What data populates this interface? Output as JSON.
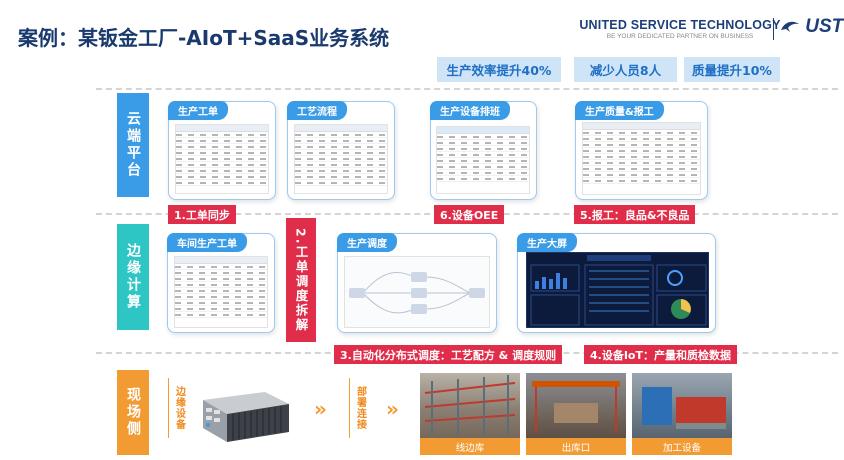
{
  "title": "案例：某钣金工厂-AIoT+SaaS业务系统",
  "brand": {
    "name": "UNITED SERVICE TECHNOLOGY",
    "tagline": "BE YOUR DEDICATED PARTNER ON BUSINESS",
    "logo": "UST"
  },
  "kpis": [
    "生产效率提升40%",
    "减少人员8人",
    "质量提升10%"
  ],
  "layers": {
    "cloud": "云端平台",
    "edge": "边缘计算",
    "field": "现场侧"
  },
  "cloud_cards": {
    "work_order": "生产工单",
    "process_flow": "工艺流程",
    "scheduling": "生产设备排班",
    "quality": "生产质量&报工"
  },
  "edge_cards": {
    "workshop_order": "车间生产工单",
    "dispatch": "生产调度",
    "dashboard": "生产大屏"
  },
  "steps": {
    "s1": "1.工单同步",
    "s2": "2.工单调度拆解",
    "s3": "3.自动化分布式调度：工艺配方 & 调度规则",
    "s4": "4.设备IoT：产量和质检数据",
    "s5": "5.报工：良品&不良品",
    "s6": "6.设备OEE"
  },
  "field": {
    "edge_device": "边缘设备",
    "deploy": "部署连接",
    "photos": [
      "线边库",
      "出库口",
      "加工设备"
    ]
  },
  "colors": {
    "cloud": "#3a9be6",
    "edge": "#2ec5c5",
    "field": "#f39b33",
    "step": "#e02d4a",
    "kpi_bg": "#cfe4f7"
  }
}
